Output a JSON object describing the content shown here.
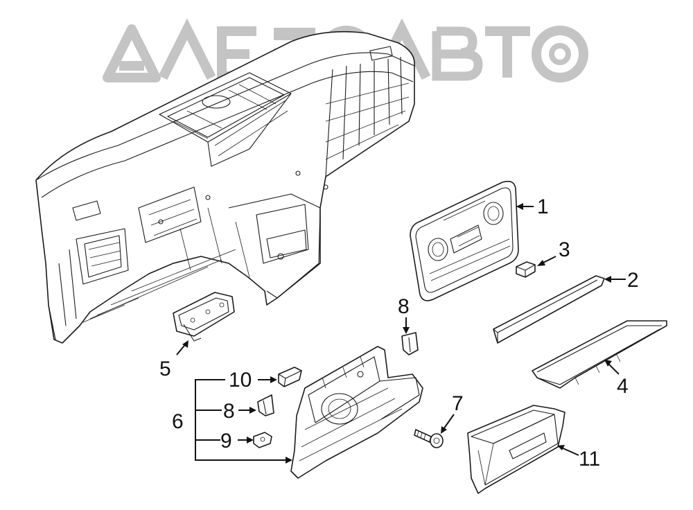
{
  "watermark": {
    "text": "ΛΛΕ-ΞΟΛΒΤΟ"
  },
  "callouts": {
    "c1": "1",
    "c2": "2",
    "c3": "3",
    "c4": "4",
    "c5": "5",
    "c6": "6",
    "c7": "7",
    "c8_top": "8",
    "c8_side": "8",
    "c9": "9",
    "c10": "10",
    "c11": "11"
  },
  "colors": {
    "line": "#1a1a1a",
    "watermark": "#9a9a9a",
    "background": "#ffffff"
  }
}
